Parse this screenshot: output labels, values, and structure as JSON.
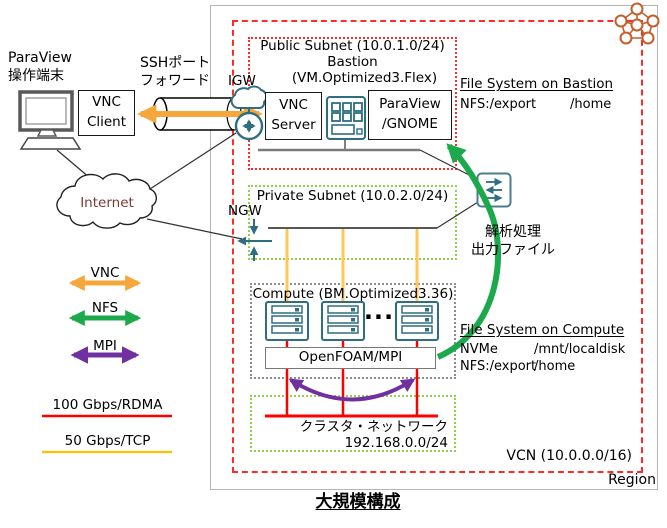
{
  "diagram_title": "大規模構成",
  "colors": {
    "teal_icon": "#2e6e80",
    "vnc_orange": "#f5a73b",
    "nfs_green": "#1ba94c",
    "mpi_purple": "#7030a0",
    "rdma_red": "#ff0000",
    "tcp_yellow": "#ffc000",
    "subnet_green_border": "#8fd14f",
    "vcn_red_border": "#ff2b2b",
    "region_icon_orange": "#c2602c",
    "internet_text": "#7b3b35"
  },
  "client_area": {
    "terminal_label": [
      "ParaView",
      "操作端末"
    ],
    "vnc_client_label": [
      "VNC",
      "Client"
    ],
    "ssh_forward_label": [
      "SSHポート",
      "フォワード"
    ],
    "internet_label": "Internet"
  },
  "legend": {
    "protocol_arrows": [
      {
        "label": "VNC",
        "color": "#f5a73b"
      },
      {
        "label": "NFS",
        "color": "#1ba94c"
      },
      {
        "label": "MPI",
        "color": "#7030a0"
      }
    ],
    "link_lines": [
      {
        "label": "100 Gbps/RDMA",
        "color": "#ff0000"
      },
      {
        "label": "50 Gbps/TCP",
        "color": "#ffc000"
      }
    ]
  },
  "region": {
    "label": "Region",
    "vcn_label": "VCN (10.0.0.0/16)",
    "igw_label": "IGW",
    "ngw_label": "NGW",
    "public_subnet": {
      "title": "Public Subnet (10.0.1.0/24)",
      "bastion_name": "Bastion",
      "bastion_shape": "(VM.Optimized3.Flex)",
      "vnc_server_label": [
        "VNC",
        "Server"
      ],
      "paraview_gnome_label": [
        "ParaView",
        "/GNOME"
      ]
    },
    "private_subnet": {
      "title": "Private Subnet (10.0.2.0/24)"
    },
    "compute": {
      "title": "Compute (BM.Optimized3.36)",
      "ellipsis": "...",
      "openfoam_label": "OpenFOAM/MPI"
    },
    "cluster_network": {
      "name": "クラスタ・ネットワーク",
      "cidr": "192.168.0.0/24"
    },
    "file_system_bastion": {
      "title": "File System on Bastion",
      "rows": [
        {
          "export": "NFS:/export",
          "mount": "/home"
        }
      ]
    },
    "file_system_compute": {
      "title": "File System on Compute",
      "rows": [
        {
          "export": "NVMe",
          "mount": "/mnt/localdisk"
        },
        {
          "export": "NFS:/export",
          "mount": "/home"
        }
      ]
    },
    "analysis_output_label": [
      "解析処理",
      "出力ファイル"
    ]
  }
}
